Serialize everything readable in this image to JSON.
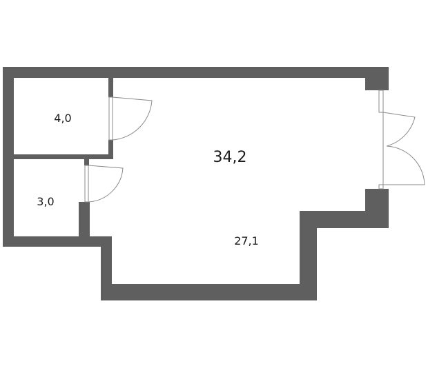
{
  "plan": {
    "total_area": "34,2",
    "rooms": [
      {
        "id": "storage",
        "area": "4,0"
      },
      {
        "id": "bathroom",
        "area": "3,0"
      },
      {
        "id": "main-room",
        "area": "27,1"
      }
    ],
    "colors": {
      "wall": "#5f5f5f",
      "door": "#8a8a8a",
      "background": "#ffffff",
      "text": "#1a1a1a"
    }
  }
}
